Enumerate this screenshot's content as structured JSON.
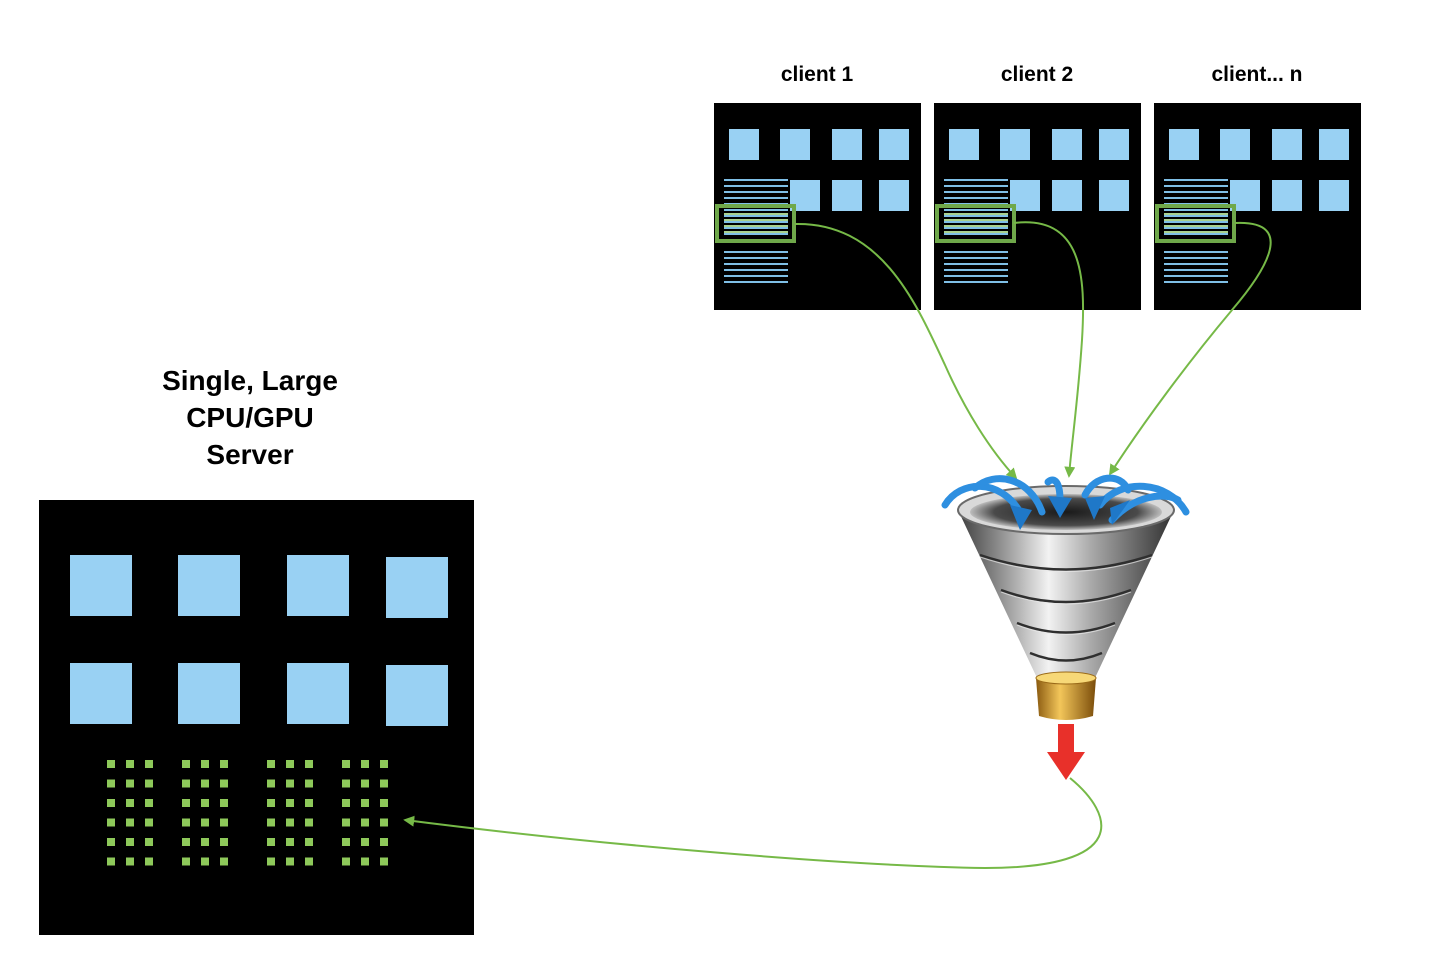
{
  "clients": [
    {
      "label": "client 1"
    },
    {
      "label": "client 2"
    },
    {
      "label": "client... n"
    }
  ],
  "server": {
    "title_lines": [
      "Single, Large",
      "CPU/GPU",
      "Server"
    ]
  },
  "colors": {
    "background": "#ffffff",
    "panel": "#000000",
    "processor_block": "#99d1f3",
    "data_line": "#7fbfe6",
    "highlight_box": "#6fa84a",
    "arrow": "#76b947",
    "server_dot": "#8ec95a",
    "funnel_outflow": "#e8302a"
  },
  "icons": {
    "aggregator": "funnel-icon",
    "outflow": "down-arrow-icon"
  }
}
